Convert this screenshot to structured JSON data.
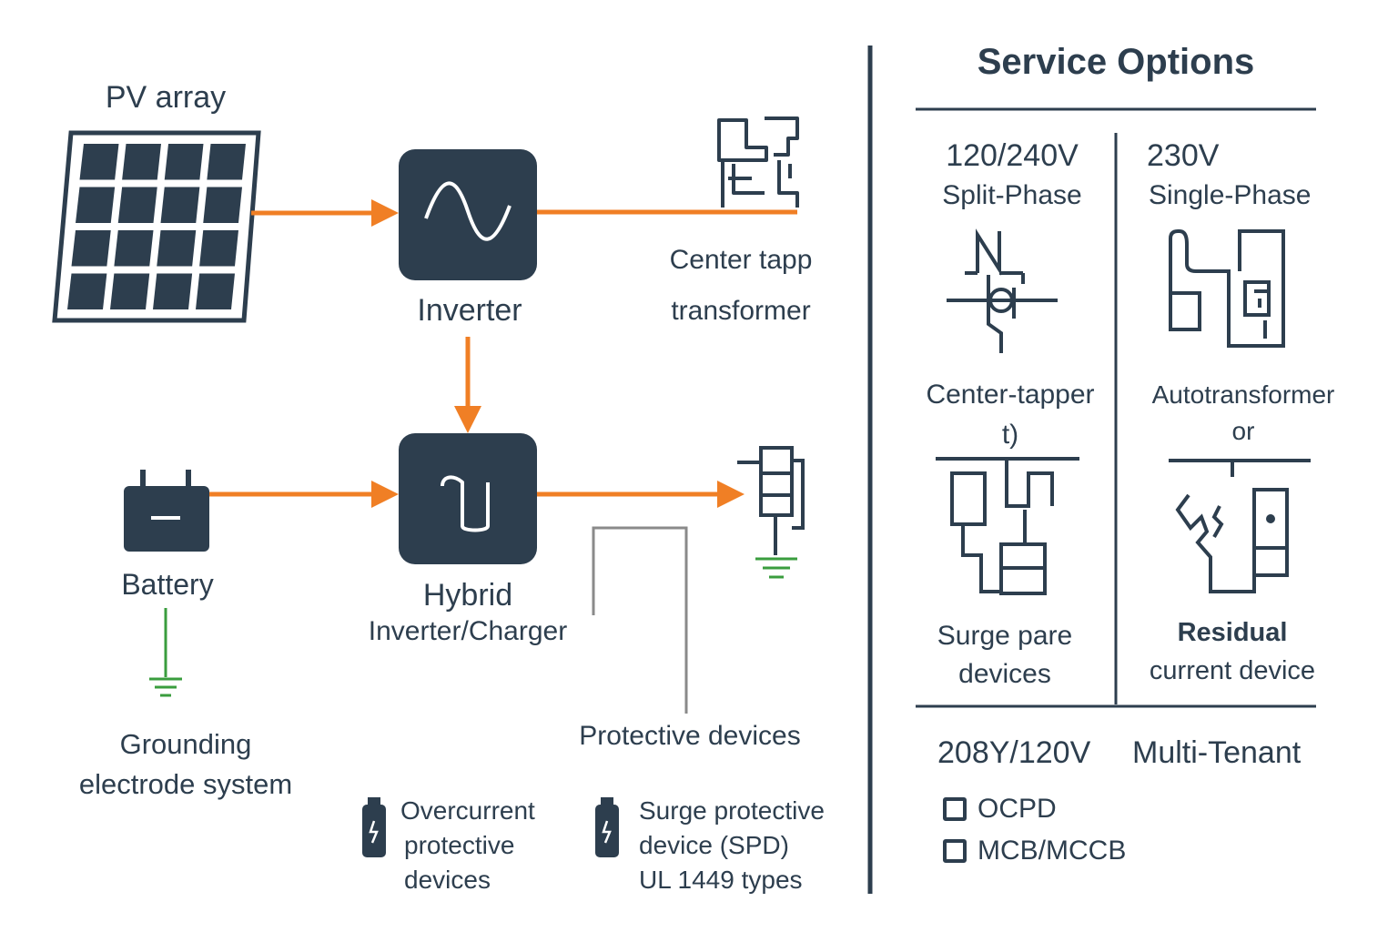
{
  "colors": {
    "dark": "#2d3e4e",
    "orange": "#f07f25",
    "green": "#3a9d3e",
    "gray": "#8a8a8a"
  },
  "left": {
    "pv_array": "PV array",
    "inverter": "Inverter",
    "transformer": {
      "line1": "Center tapp",
      "line2": "transformer"
    },
    "battery": "Battery",
    "hybrid": {
      "line1": "Hybrid",
      "line2": "Inverter/Charger"
    },
    "grounding": {
      "line1": "Grounding",
      "line2": "electrode system"
    },
    "protective_devices": "Protective devices",
    "overcurrent": {
      "line1": "Overcurrent",
      "line2": "protective",
      "line3": "devices"
    },
    "surge": {
      "line1": "Surge protective",
      "line2": "device (SPD)",
      "line3": "UL 1449 types"
    }
  },
  "right": {
    "title": "Service Options",
    "col1": {
      "voltage": "120/240V",
      "phase": "Split-Phase",
      "device": {
        "line1": "Center-tapper",
        "line2": "t)"
      },
      "protection": {
        "line1": "Surge pare",
        "line2": "devices"
      }
    },
    "col2": {
      "voltage": "230V",
      "phase": "Single-Phase",
      "device": {
        "line1": "Autotransformer",
        "line2": "or"
      },
      "protection": {
        "line1": "Residual",
        "line2": "current device"
      }
    },
    "multi_tenant": {
      "voltage": "208Y/120V",
      "label": "Multi-Tenant"
    },
    "options": [
      "OCPD",
      "MCB/MCCB"
    ]
  },
  "icons": [
    "solar-panel-icon",
    "sine-wave-icon",
    "transformer-icon",
    "battery-icon",
    "hybrid-icon",
    "breaker-ground-icon",
    "ground-icon",
    "fuse-icon",
    "spd-icon",
    "center-tap-symbol-icon",
    "autotransformer-symbol-icon",
    "surge-device-symbol-icon",
    "rcd-symbol-icon"
  ]
}
